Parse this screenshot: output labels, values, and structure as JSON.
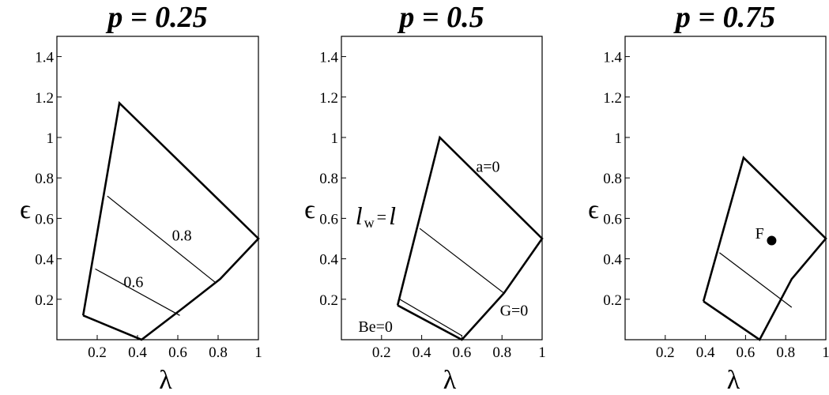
{
  "chart_data": [
    {
      "type": "line",
      "title": "p = 0.25",
      "xlabel": "λ",
      "ylabel": "ϵ",
      "xlim": [
        0,
        1
      ],
      "ylim": [
        0,
        1.5
      ],
      "xticks": [
        0.2,
        0.4,
        0.6,
        0.8,
        1
      ],
      "xtick_labels": [
        "0.2",
        "0.4",
        "0.6",
        "0.8",
        "1"
      ],
      "yticks": [
        0.2,
        0.4,
        0.6,
        0.8,
        1,
        1.2,
        1.4
      ],
      "ytick_labels": [
        "0.2",
        "0.4",
        "0.6",
        "0.8",
        "1",
        "1.2",
        "1.4"
      ],
      "grid": false,
      "series": [
        {
          "kind": "boundary",
          "x": [
            0.13,
            0.31,
            1.0,
            0.81,
            0.63,
            0.42,
            0.13
          ],
          "y": [
            0.12,
            1.17,
            0.5,
            0.3,
            0.16,
            0.0,
            0.12
          ]
        },
        {
          "kind": "contour",
          "x": [
            0.25,
            0.79
          ],
          "y": [
            0.71,
            0.28
          ]
        },
        {
          "kind": "contour",
          "x": [
            0.19,
            0.61
          ],
          "y": [
            0.35,
            0.12
          ]
        }
      ],
      "annotations": [
        {
          "text": "0.8",
          "x": 0.62,
          "y": 0.49,
          "style": "plain"
        },
        {
          "text": "0.6",
          "x": 0.38,
          "y": 0.26,
          "style": "plain"
        }
      ],
      "markers": []
    },
    {
      "type": "line",
      "title": "p = 0.5",
      "xlabel": "λ",
      "ylabel": "ϵ",
      "xlim": [
        0,
        1
      ],
      "ylim": [
        0,
        1.5
      ],
      "xticks": [
        0.2,
        0.4,
        0.6,
        0.8,
        1
      ],
      "xtick_labels": [
        "0.2",
        "0.4",
        "0.6",
        "0.8",
        "1"
      ],
      "yticks": [
        0.2,
        0.4,
        0.6,
        0.8,
        1,
        1.2,
        1.4
      ],
      "ytick_labels": [
        "0.2",
        "0.4",
        "0.6",
        "0.8",
        "1",
        "1.2",
        "1.4"
      ],
      "grid": false,
      "series": [
        {
          "kind": "boundary",
          "x": [
            0.28,
            0.49,
            1.0,
            0.81,
            0.6,
            0.28
          ],
          "y": [
            0.17,
            1.0,
            0.5,
            0.23,
            0.0,
            0.17
          ]
        },
        {
          "kind": "contour",
          "x": [
            0.39,
            0.81
          ],
          "y": [
            0.55,
            0.23
          ]
        },
        {
          "kind": "contour",
          "x": [
            0.29,
            0.6
          ],
          "y": [
            0.2,
            0.02
          ]
        }
      ],
      "annotations": [
        {
          "text": "a=0",
          "x": 0.73,
          "y": 0.83,
          "style": "plain"
        },
        {
          "text": "G=0",
          "x": 0.86,
          "y": 0.12,
          "style": "plain"
        },
        {
          "text": "Be=0",
          "x": 0.17,
          "y": 0.04,
          "style": "plain"
        },
        {
          "text": "l",
          "x": 0.07,
          "y": 0.57,
          "style": "italic-eq"
        }
      ],
      "markers": []
    },
    {
      "type": "line",
      "title": "p = 0.75",
      "xlabel": "λ",
      "ylabel": "ϵ",
      "xlim": [
        0,
        1
      ],
      "ylim": [
        0,
        1.5
      ],
      "xticks": [
        0.2,
        0.4,
        0.6,
        0.8,
        1
      ],
      "xtick_labels": [
        "0.2",
        "0.4",
        "0.6",
        "0.8",
        "1"
      ],
      "yticks": [
        0.2,
        0.4,
        0.6,
        0.8,
        1,
        1.2,
        1.4
      ],
      "ytick_labels": [
        "0.2",
        "0.4",
        "0.6",
        "0.8",
        "1",
        "1.2",
        "1.4"
      ],
      "grid": false,
      "series": [
        {
          "kind": "boundary",
          "x": [
            0.39,
            0.59,
            1.0,
            0.83,
            0.67,
            0.39
          ],
          "y": [
            0.19,
            0.9,
            0.5,
            0.3,
            0.0,
            0.19
          ]
        },
        {
          "kind": "contour",
          "x": [
            0.47,
            0.83
          ],
          "y": [
            0.43,
            0.16
          ]
        }
      ],
      "annotations": [
        {
          "text": "F",
          "x": 0.67,
          "y": 0.5,
          "style": "plain"
        }
      ],
      "markers": [
        {
          "name": "F",
          "x": 0.73,
          "y": 0.49
        }
      ]
    }
  ],
  "annotation_text": {
    "lw_subscript": "w",
    "lw_equals": "=",
    "lw_rhs": "l"
  }
}
